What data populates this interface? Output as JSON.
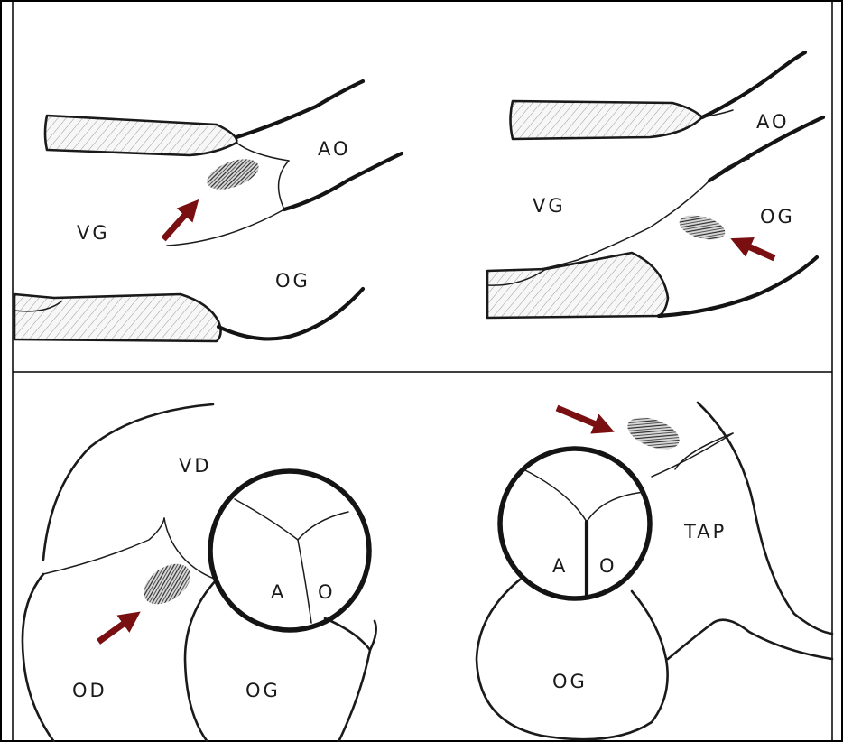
{
  "colors": {
    "arrow": "#7a0f12",
    "line": "#141414",
    "frame": "#000000",
    "background": "#ffffff"
  },
  "panels": {
    "top_left": {
      "labels": {
        "ao": "AO",
        "vg": "VG",
        "og": "OG"
      }
    },
    "top_right": {
      "labels": {
        "ao": "AO",
        "vg": "VG",
        "og": "OG"
      }
    },
    "bottom_left": {
      "labels": {
        "vd": "VD",
        "a": "A",
        "o": "O",
        "od": "OD",
        "og": "OG"
      }
    },
    "bottom_right": {
      "labels": {
        "a": "A",
        "o": "O",
        "tap": "TAP",
        "og": "OG"
      }
    }
  }
}
